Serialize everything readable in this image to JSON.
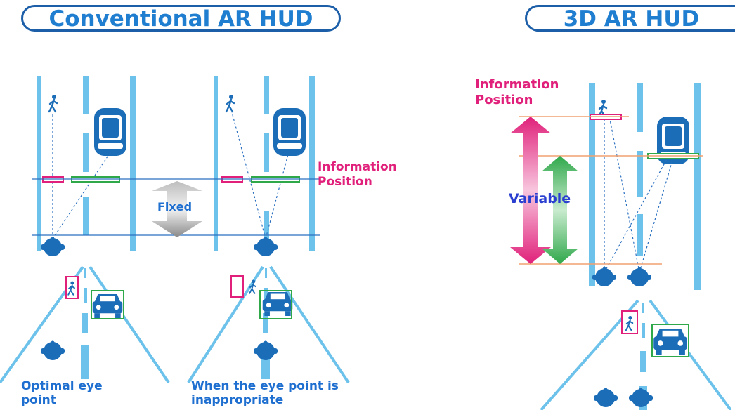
{
  "titles": {
    "conventional": "Conventional AR HUD",
    "three_d": "3D AR HUD"
  },
  "labels": {
    "information_position_left": "Information\nPosition",
    "information_position_right": "Information\nPosition",
    "fixed": "Fixed",
    "variable": "Variable"
  },
  "captions": {
    "optimal": "Optimal eye\npoint",
    "inappropriate": "When the eye point is\ninappropriate"
  },
  "colors": {
    "lane": "#6cc2ea",
    "driver": "#1c6db8",
    "pink": "#e0207a",
    "green": "#2fa84a",
    "orange_line": "#f0a070",
    "blue_line": "#2a6fc0"
  }
}
